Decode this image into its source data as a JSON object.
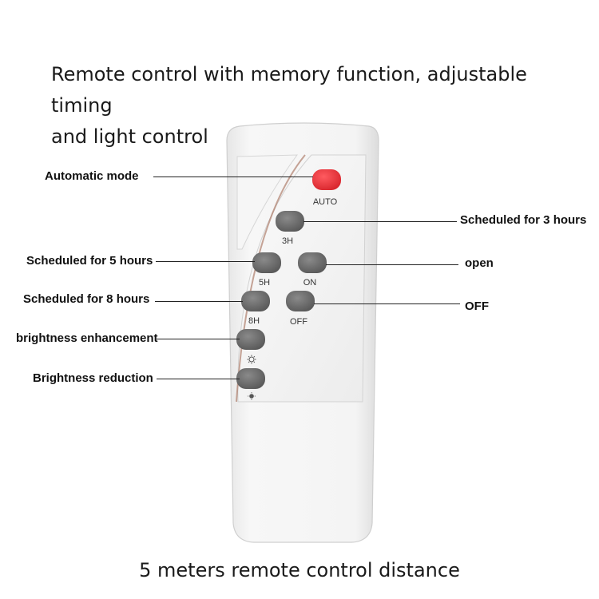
{
  "headline_line1": "Remote control with memory function, adjustable timing",
  "headline_line2": "and light control",
  "footer": "5 meters remote control distance",
  "callouts": {
    "auto": "Automatic mode",
    "h3": "Scheduled for 3 hours",
    "h5": "Scheduled for 5 hours",
    "on": "open",
    "h8": "Scheduled for 8 hours",
    "off": "OFF",
    "bright_up": "brightness enhancement",
    "bright_down": "Brightness reduction"
  },
  "buttons": {
    "auto": "AUTO",
    "h3": "3H",
    "h5": "5H",
    "on": "ON",
    "h8": "8H",
    "off": "OFF"
  },
  "icons": {
    "bright_up": "brightness-up-icon",
    "bright_down": "brightness-down-icon"
  },
  "colors": {
    "auto_button": "#e8333a",
    "grey_button": "#6b6b6b",
    "remote_body": "#f2f2f2"
  }
}
